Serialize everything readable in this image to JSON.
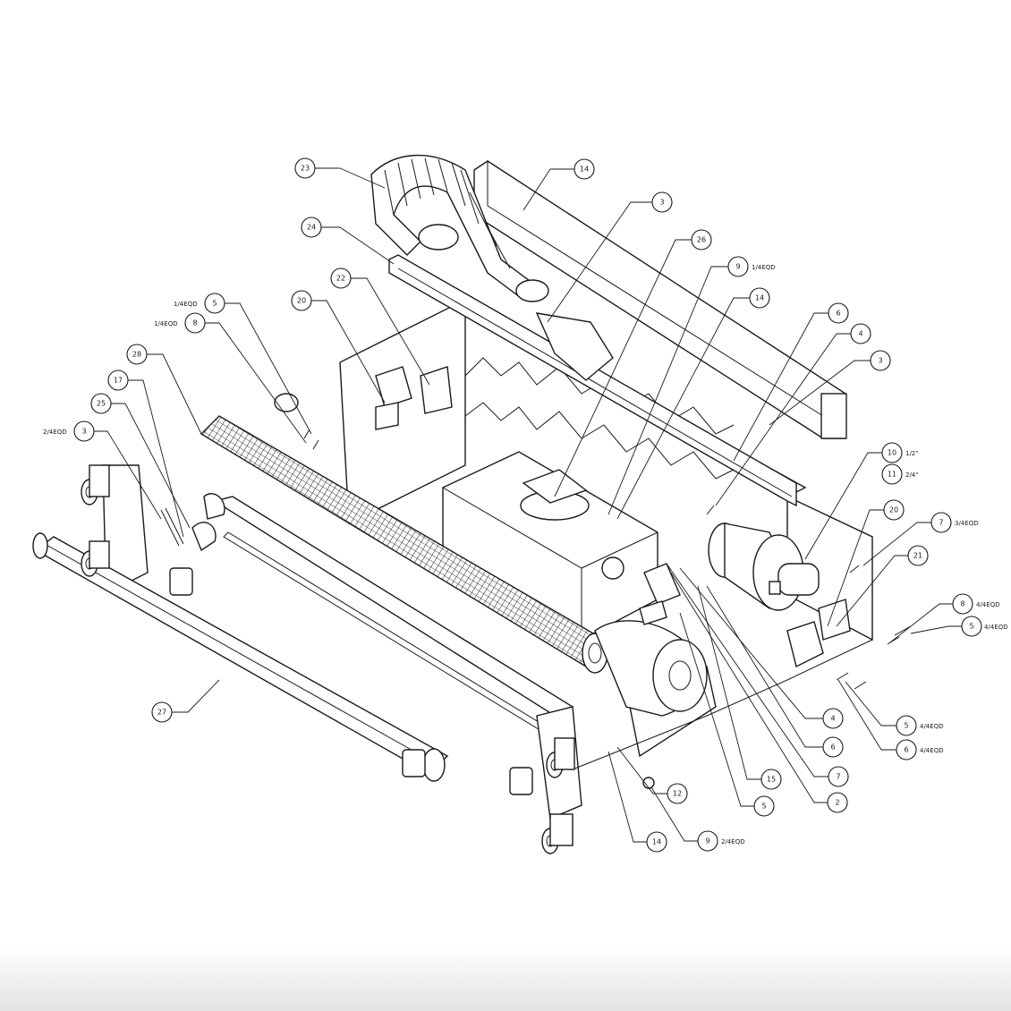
{
  "diagram": {
    "balloons": [
      {
        "id": "b-23",
        "label": "23",
        "note": ""
      },
      {
        "id": "b-14a",
        "label": "14",
        "note": ""
      },
      {
        "id": "b-3a",
        "label": "3",
        "note": ""
      },
      {
        "id": "b-24",
        "label": "24",
        "note": ""
      },
      {
        "id": "b-26",
        "label": "26",
        "note": ""
      },
      {
        "id": "b-9a",
        "label": "9",
        "note": "1/4EQD"
      },
      {
        "id": "b-14b",
        "label": "14",
        "note": ""
      },
      {
        "id": "b-22",
        "label": "22",
        "note": ""
      },
      {
        "id": "b-20a",
        "label": "20",
        "note": ""
      },
      {
        "id": "b-5a",
        "label": "5",
        "note": "1/4EQD"
      },
      {
        "id": "b-8a",
        "label": "8",
        "note": "1/4EQD"
      },
      {
        "id": "b-6a",
        "label": "6",
        "note": ""
      },
      {
        "id": "b-4a",
        "label": "4",
        "note": ""
      },
      {
        "id": "b-3b",
        "label": "3",
        "note": ""
      },
      {
        "id": "b-28",
        "label": "28",
        "note": ""
      },
      {
        "id": "b-17",
        "label": "17",
        "note": ""
      },
      {
        "id": "b-25",
        "label": "25",
        "note": ""
      },
      {
        "id": "b-3c",
        "label": "3",
        "note": "2/4EQD"
      },
      {
        "id": "b-10",
        "label": "10",
        "note": "1/2\""
      },
      {
        "id": "b-11",
        "label": "11",
        "note": "2/4\""
      },
      {
        "id": "b-20b",
        "label": "20",
        "note": ""
      },
      {
        "id": "b-7a",
        "label": "7",
        "note": "3/4EQD"
      },
      {
        "id": "b-21",
        "label": "21",
        "note": ""
      },
      {
        "id": "b-8b",
        "label": "8",
        "note": "4/4EQD"
      },
      {
        "id": "b-5b",
        "label": "5",
        "note": "4/4EQD"
      },
      {
        "id": "b-27",
        "label": "27",
        "note": ""
      },
      {
        "id": "b-4b",
        "label": "4",
        "note": ""
      },
      {
        "id": "b-6b",
        "label": "6",
        "note": ""
      },
      {
        "id": "b-5c",
        "label": "5",
        "note": "4/4EQD"
      },
      {
        "id": "b-6c",
        "label": "6",
        "note": "4/4EQD"
      },
      {
        "id": "b-15",
        "label": "15",
        "note": ""
      },
      {
        "id": "b-7b",
        "label": "7",
        "note": ""
      },
      {
        "id": "b-12",
        "label": "12",
        "note": ""
      },
      {
        "id": "b-5d",
        "label": "5",
        "note": ""
      },
      {
        "id": "b-2",
        "label": "2",
        "note": ""
      },
      {
        "id": "b-14c",
        "label": "14",
        "note": ""
      },
      {
        "id": "b-9b",
        "label": "9",
        "note": "2/4EQD"
      }
    ]
  }
}
